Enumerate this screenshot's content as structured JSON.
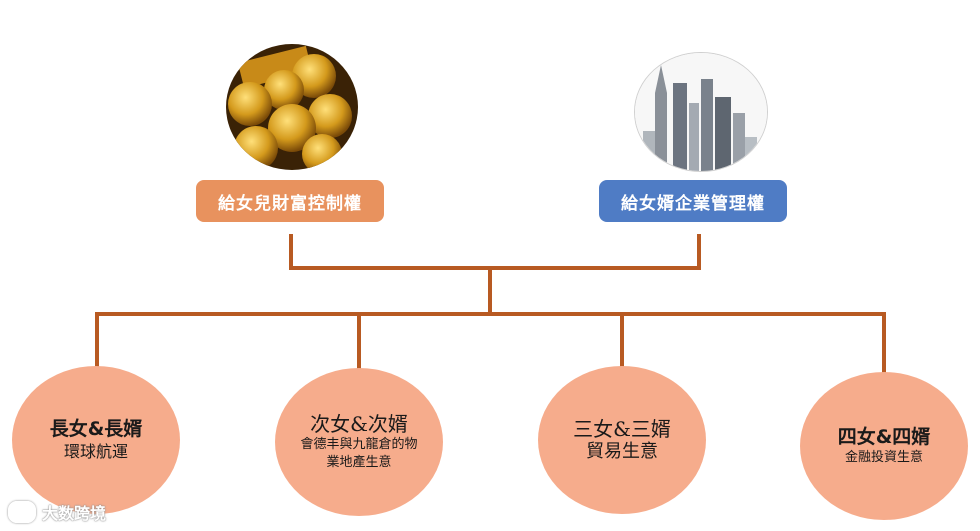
{
  "top_boxes": {
    "wealth": {
      "label": "給女兒財富控制權",
      "color": "#e8925e",
      "image": "gold-coins"
    },
    "business": {
      "label": "給女婿企業管理權",
      "color": "#4f7cc5",
      "image": "skyscrapers"
    }
  },
  "children": [
    {
      "title": "長女&長婿",
      "business": "環球航運"
    },
    {
      "title": "次女&次婿",
      "business": "會德丰與九龍倉的物業地產生意"
    },
    {
      "title": "三女&三婿",
      "business": "貿易生意"
    },
    {
      "title": "四女&四婿",
      "business": "金融投資生意"
    }
  ],
  "watermark": {
    "text": "大数跨境"
  },
  "colors": {
    "connector": "#b85a22",
    "circle_fill": "#f6ac8c"
  }
}
